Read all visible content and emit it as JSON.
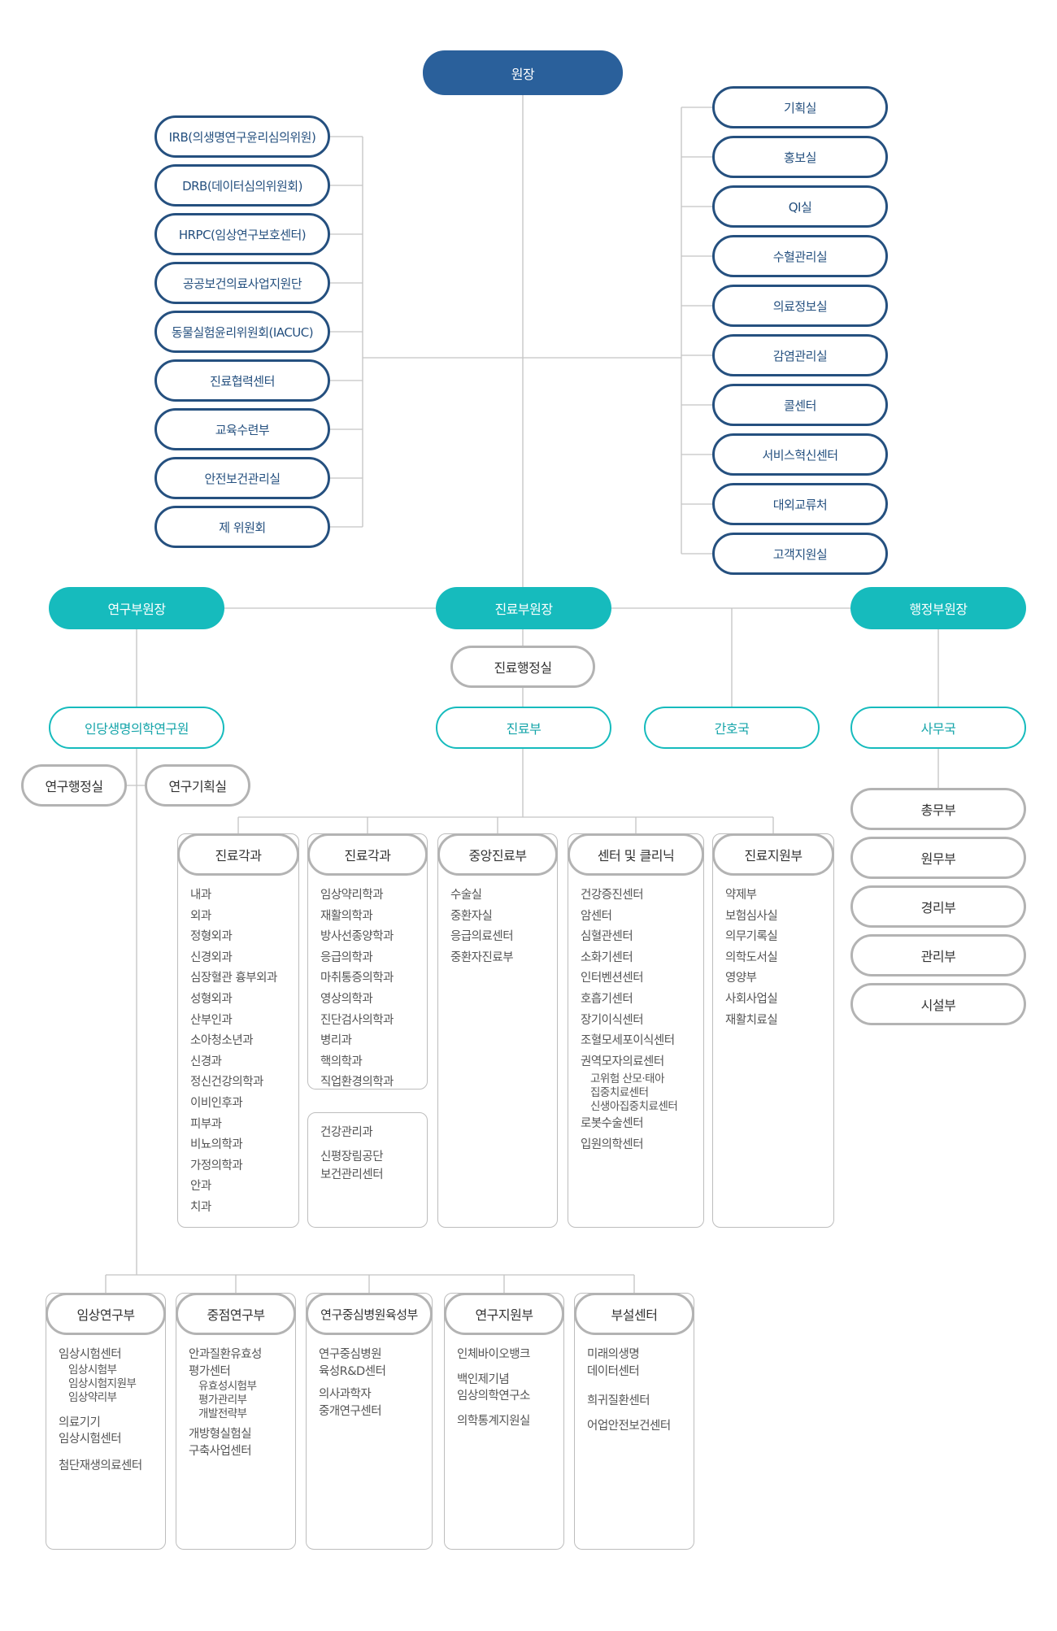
{
  "top": {
    "director": "원장"
  },
  "left_committees": [
    "IRB(의생명연구윤리심의위원)",
    "DRB(데이터심의위원회)",
    "HRPC(임상연구보호센터)",
    "공공보건의료사업지원단",
    "동물실험윤리위원회(IACUC)",
    "진료협력센터",
    "교육수련부",
    "안전보건관리실",
    "제 위원회"
  ],
  "right_offices": [
    "기획실",
    "홍보실",
    "QI실",
    "수혈관리실",
    "의료정보실",
    "감염관리실",
    "콜센터",
    "서비스혁신센터",
    "대외교류처",
    "고객지원실"
  ],
  "vice": {
    "research": "연구부원장",
    "clinical": "진료부원장",
    "admin": "행정부원장"
  },
  "clinical_admin_office": "진료행정실",
  "level2": {
    "institute": "인당생명의학연구원",
    "clinical_dept": "진료부",
    "nursing": "간호국",
    "admin_bureau": "사무국"
  },
  "institute_offices": {
    "admin": "연구행정실",
    "planning": "연구기획실"
  },
  "admin_depts": [
    "총무부",
    "원무부",
    "경리부",
    "관리부",
    "시설부"
  ],
  "clinical_columns": [
    {
      "title": "진료각과",
      "items": [
        "내과",
        "외과",
        "정형외과",
        "신경외과",
        "심장혈관 흉부외과",
        "성형외과",
        "산부인과",
        "소아청소년과",
        "신경과",
        "정신건강의학과",
        "이비인후과",
        "피부과",
        "비뇨의학과",
        "가정의학과",
        "안과",
        "치과"
      ]
    },
    {
      "title": "진료각과",
      "items": [
        "임상약리학과",
        "재활의학과",
        "방사선종양학과",
        "응급의학과",
        "마취통증의학과",
        "영상의학과",
        "진단검사의학과",
        "병리과",
        "핵의학과",
        "직업환경의학과"
      ],
      "sub_box": [
        "건강관리과",
        "신평장림공단",
        "보건관리센터"
      ]
    },
    {
      "title": "중앙진료부",
      "items": [
        "수술실",
        "중환자실",
        "응급의료센터",
        "중환자진료부"
      ]
    },
    {
      "title": "센터 및 클리닉",
      "items": [
        "건강증진센터",
        "암센터",
        "심혈관센터",
        "소화기센터",
        "인터벤션센터",
        "호흡기센터",
        "장기이식센터",
        "조혈모세포이식센터",
        "권역모자의료센터"
      ],
      "sub_items": [
        "고위험 산모·태아",
        "집중치료센터",
        "신생아집중치료센터"
      ],
      "items_after": [
        "로봇수술센터",
        "입원의학센터"
      ]
    },
    {
      "title": "진료지원부",
      "items": [
        "약제부",
        "보험심사실",
        "의무기록실",
        "의학도서실",
        "영양부",
        "사회사업실",
        "재활치료실"
      ]
    }
  ],
  "research_columns": [
    {
      "title": "임상연구부",
      "items": [
        "임상시험센터"
      ],
      "sub_items": [
        "임상시험부",
        "임상시험지원부",
        "임상약리부"
      ],
      "items_after": [
        "의료기기",
        "임상시험센터",
        "첨단재생의료센터"
      ]
    },
    {
      "title": "중점연구부",
      "items": [
        "안과질환유효성",
        "평가센터"
      ],
      "sub_items": [
        "유효성시험부",
        "평가관리부",
        "개발전략부"
      ],
      "items_after": [
        "개방형실험실",
        "구축사업센터"
      ]
    },
    {
      "title": "연구중심병원육성부",
      "items": [
        "연구중심병원",
        "육성R&D센터",
        "의사과학자",
        "중개연구센터"
      ]
    },
    {
      "title": "연구지원부",
      "items": [
        "인체바이오뱅크",
        "백인제기념",
        "임상의학연구소",
        "의학통계지원실"
      ]
    },
    {
      "title": "부설센터",
      "items": [
        "미래의생명",
        "데이터센터",
        "희귀질환센터",
        "어업안전보건센터"
      ]
    }
  ]
}
